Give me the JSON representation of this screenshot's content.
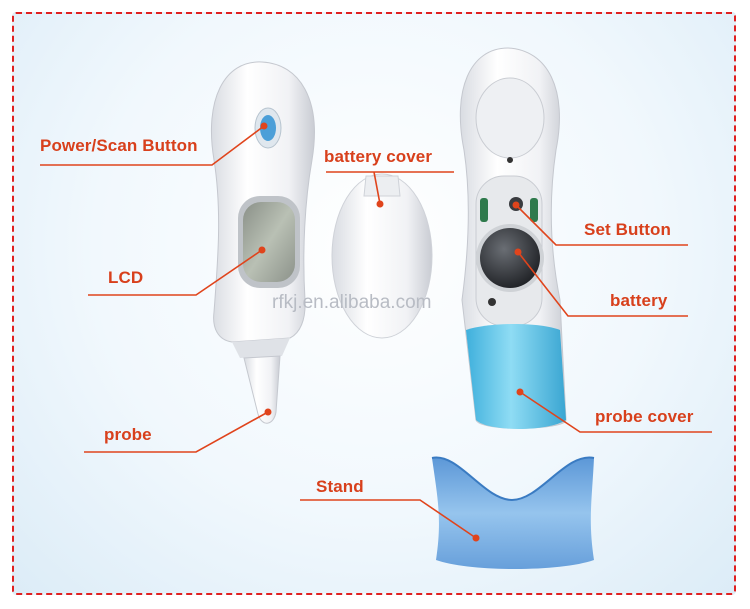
{
  "labels": {
    "power_scan_button": "Power/Scan Button",
    "battery_cover": "battery cover",
    "lcd": "LCD",
    "set_button": "Set Button",
    "battery": "battery",
    "probe": "probe",
    "probe_cover": "probe cover",
    "stand": "Stand"
  },
  "watermark": "rfkj.en.alibaba.com",
  "colors": {
    "label_text": "#d8401c",
    "leader_line": "#e0441c",
    "dashed_border": "#e02020",
    "device_body": "#f4f5f7",
    "probe_cover_blue": "#5cc4e6",
    "stand_blue": "#6fa6dc"
  }
}
